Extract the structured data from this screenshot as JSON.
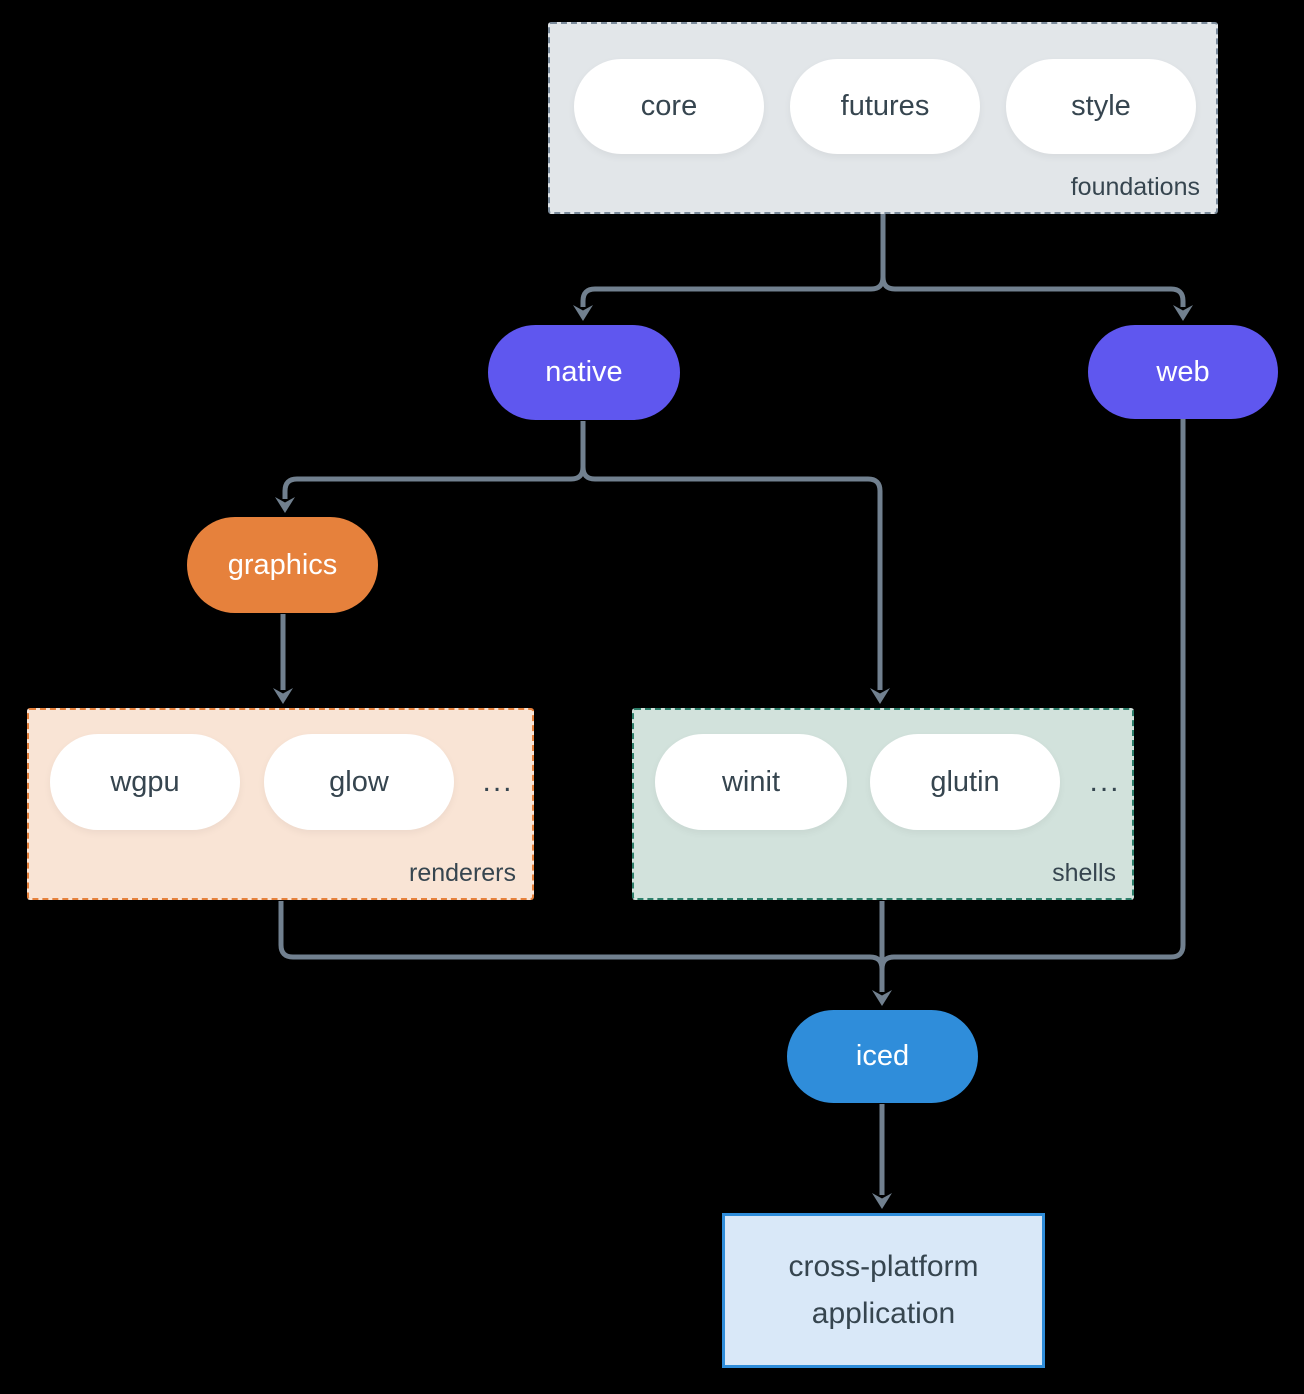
{
  "diagram": {
    "groups": {
      "foundations": {
        "label": "foundations",
        "pills": [
          "core",
          "futures",
          "style"
        ]
      },
      "renderers": {
        "label": "renderers",
        "pills": [
          "wgpu",
          "glow"
        ],
        "ellipsis": "..."
      },
      "shells": {
        "label": "shells",
        "pills": [
          "winit",
          "glutin"
        ],
        "ellipsis": "..."
      }
    },
    "nodes": {
      "native": "native",
      "web": "web",
      "graphics": "graphics",
      "iced": "iced",
      "application": "cross-platform application"
    },
    "colors": {
      "background": "#000000",
      "line": "#71808f",
      "text_dark": "#36454f",
      "purple": "#5f57ef",
      "orange": "#e6813c",
      "blue": "#2f8dda",
      "foundations_fill": "#e2e6e9",
      "foundations_border": "#7b8b9b",
      "renderers_fill": "#f9e4d5",
      "renderers_border": "#e6813c",
      "shells_fill": "#d2e2dc",
      "shells_border": "#2e7f6b",
      "app_fill": "#d9e8f8",
      "pill_fill": "#ffffff"
    }
  }
}
